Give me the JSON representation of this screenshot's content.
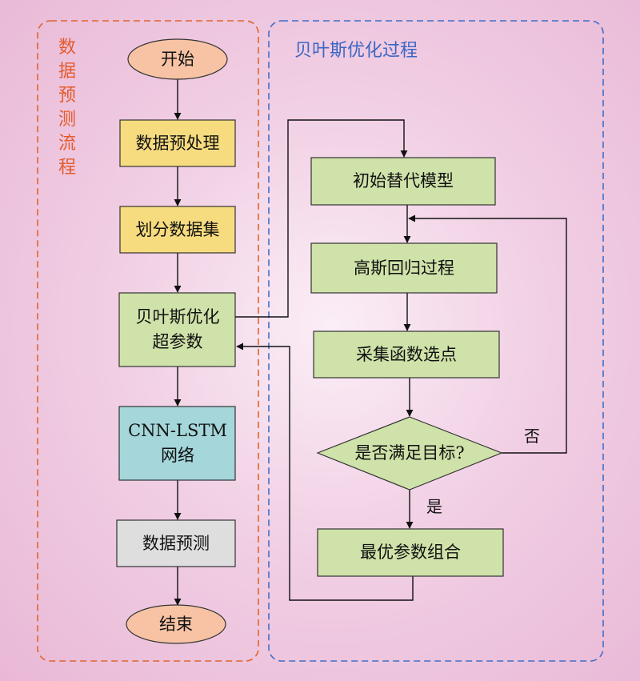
{
  "left_group": {
    "label": "数据预测流程",
    "border_color": "#e0652e"
  },
  "right_group": {
    "label": "贝叶斯优化过程",
    "border_color": "#3f6ec8"
  },
  "nodes": {
    "start": "开始",
    "preprocess": "数据预处理",
    "split": "划分数据集",
    "bayes_line1": "贝叶斯优化",
    "bayes_line2": "超参数",
    "cnn_line1": "CNN-LSTM",
    "cnn_line2": "网络",
    "predict": "数据预测",
    "end": "结束",
    "init_model": "初始替代模型",
    "gp": "高斯回归过程",
    "acq": "采集函数选点",
    "decision": "是否满足目标?",
    "best": "最优参数组合"
  },
  "edge_labels": {
    "no": "否",
    "yes": "是"
  },
  "colors": {
    "terminal": "#f7c3a4",
    "yellow": "#f7dc7f",
    "green": "#cfe2a9",
    "cyan": "#a4d6da",
    "gray": "#dedede"
  }
}
